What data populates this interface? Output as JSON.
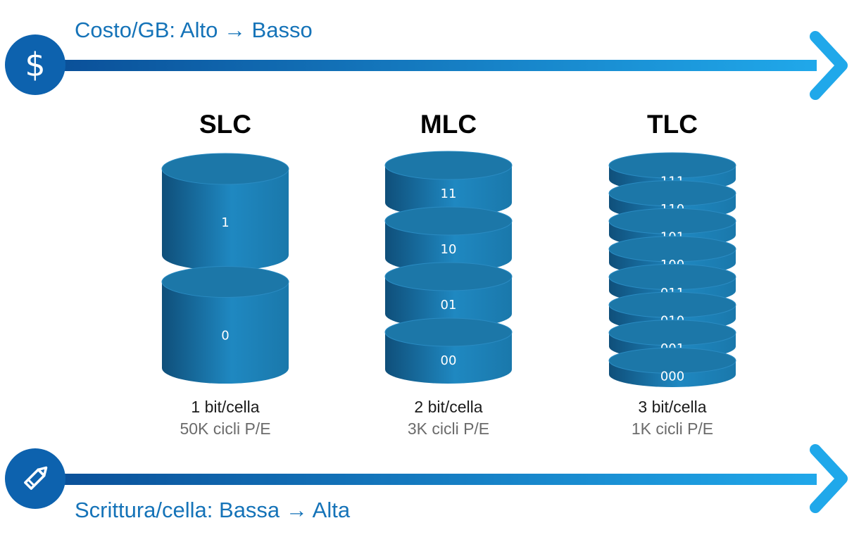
{
  "colors": {
    "arrow_start": "#0a4f98",
    "arrow_end": "#20a8ea",
    "badge": "#0d62ae",
    "cyl_side_dark": "#0f4f7a",
    "cyl_side_light": "#1f88c1",
    "cyl_top": "#1c77a8",
    "label_blue": "#1573b8"
  },
  "top_arrow": {
    "label": "Costo/GB: Alto → Basso",
    "icon": "dollar-icon"
  },
  "bottom_arrow": {
    "label": "Scrittura/cella: Bassa → Alta",
    "icon": "pencil-icon"
  },
  "columns": [
    {
      "title": "SLC",
      "bits": "1 bit/cella",
      "cycles": "50K cicli P/E",
      "levels": [
        "1",
        "0"
      ]
    },
    {
      "title": "MLC",
      "bits": "2 bit/cella",
      "cycles": "3K cicli P/E",
      "levels": [
        "11",
        "10",
        "01",
        "00"
      ]
    },
    {
      "title": "TLC",
      "bits": "3 bit/cella",
      "cycles": "1K cicli P/E",
      "levels": [
        "111",
        "110",
        "101",
        "100",
        "011",
        "010",
        "001",
        "000"
      ]
    }
  ]
}
